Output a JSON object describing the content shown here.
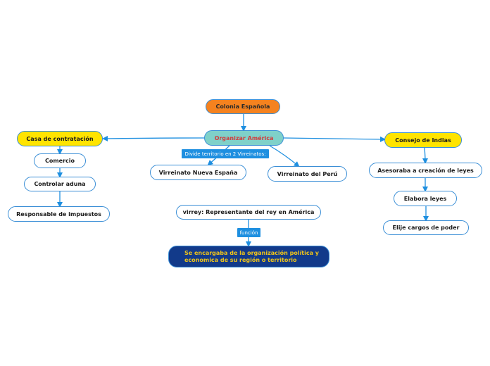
{
  "nodes": {
    "root": "Colonia Española",
    "organizar": "Organizar América",
    "casa": "Casa de contratación",
    "comercio": "Comercio",
    "aduna": "Controlar aduna",
    "impuestos": "Responsable de impuestos",
    "consejo": "Consejo de Indias",
    "asesoraba": "Asesoraba a creación de leyes",
    "elabora": "Elabora leyes",
    "elije": "Elije cargos de poder",
    "nueva_espana": "Virreinato Nueva España",
    "peru": "Virreinato del Perú",
    "virrey": "virrey: Representante del rey en América",
    "encargaba": "Se encargaba de la organización política y economica de su región o territorio"
  },
  "labels": {
    "divide": "Divide territorio en 2 Virreinatos:",
    "funcion": "función"
  },
  "colors": {
    "connector": "#1e8fe0",
    "root_fill": "#f5821f",
    "center_fill": "#7fd1c9",
    "yellow_fill": "#ffe400",
    "navy_fill": "#123a8a"
  }
}
